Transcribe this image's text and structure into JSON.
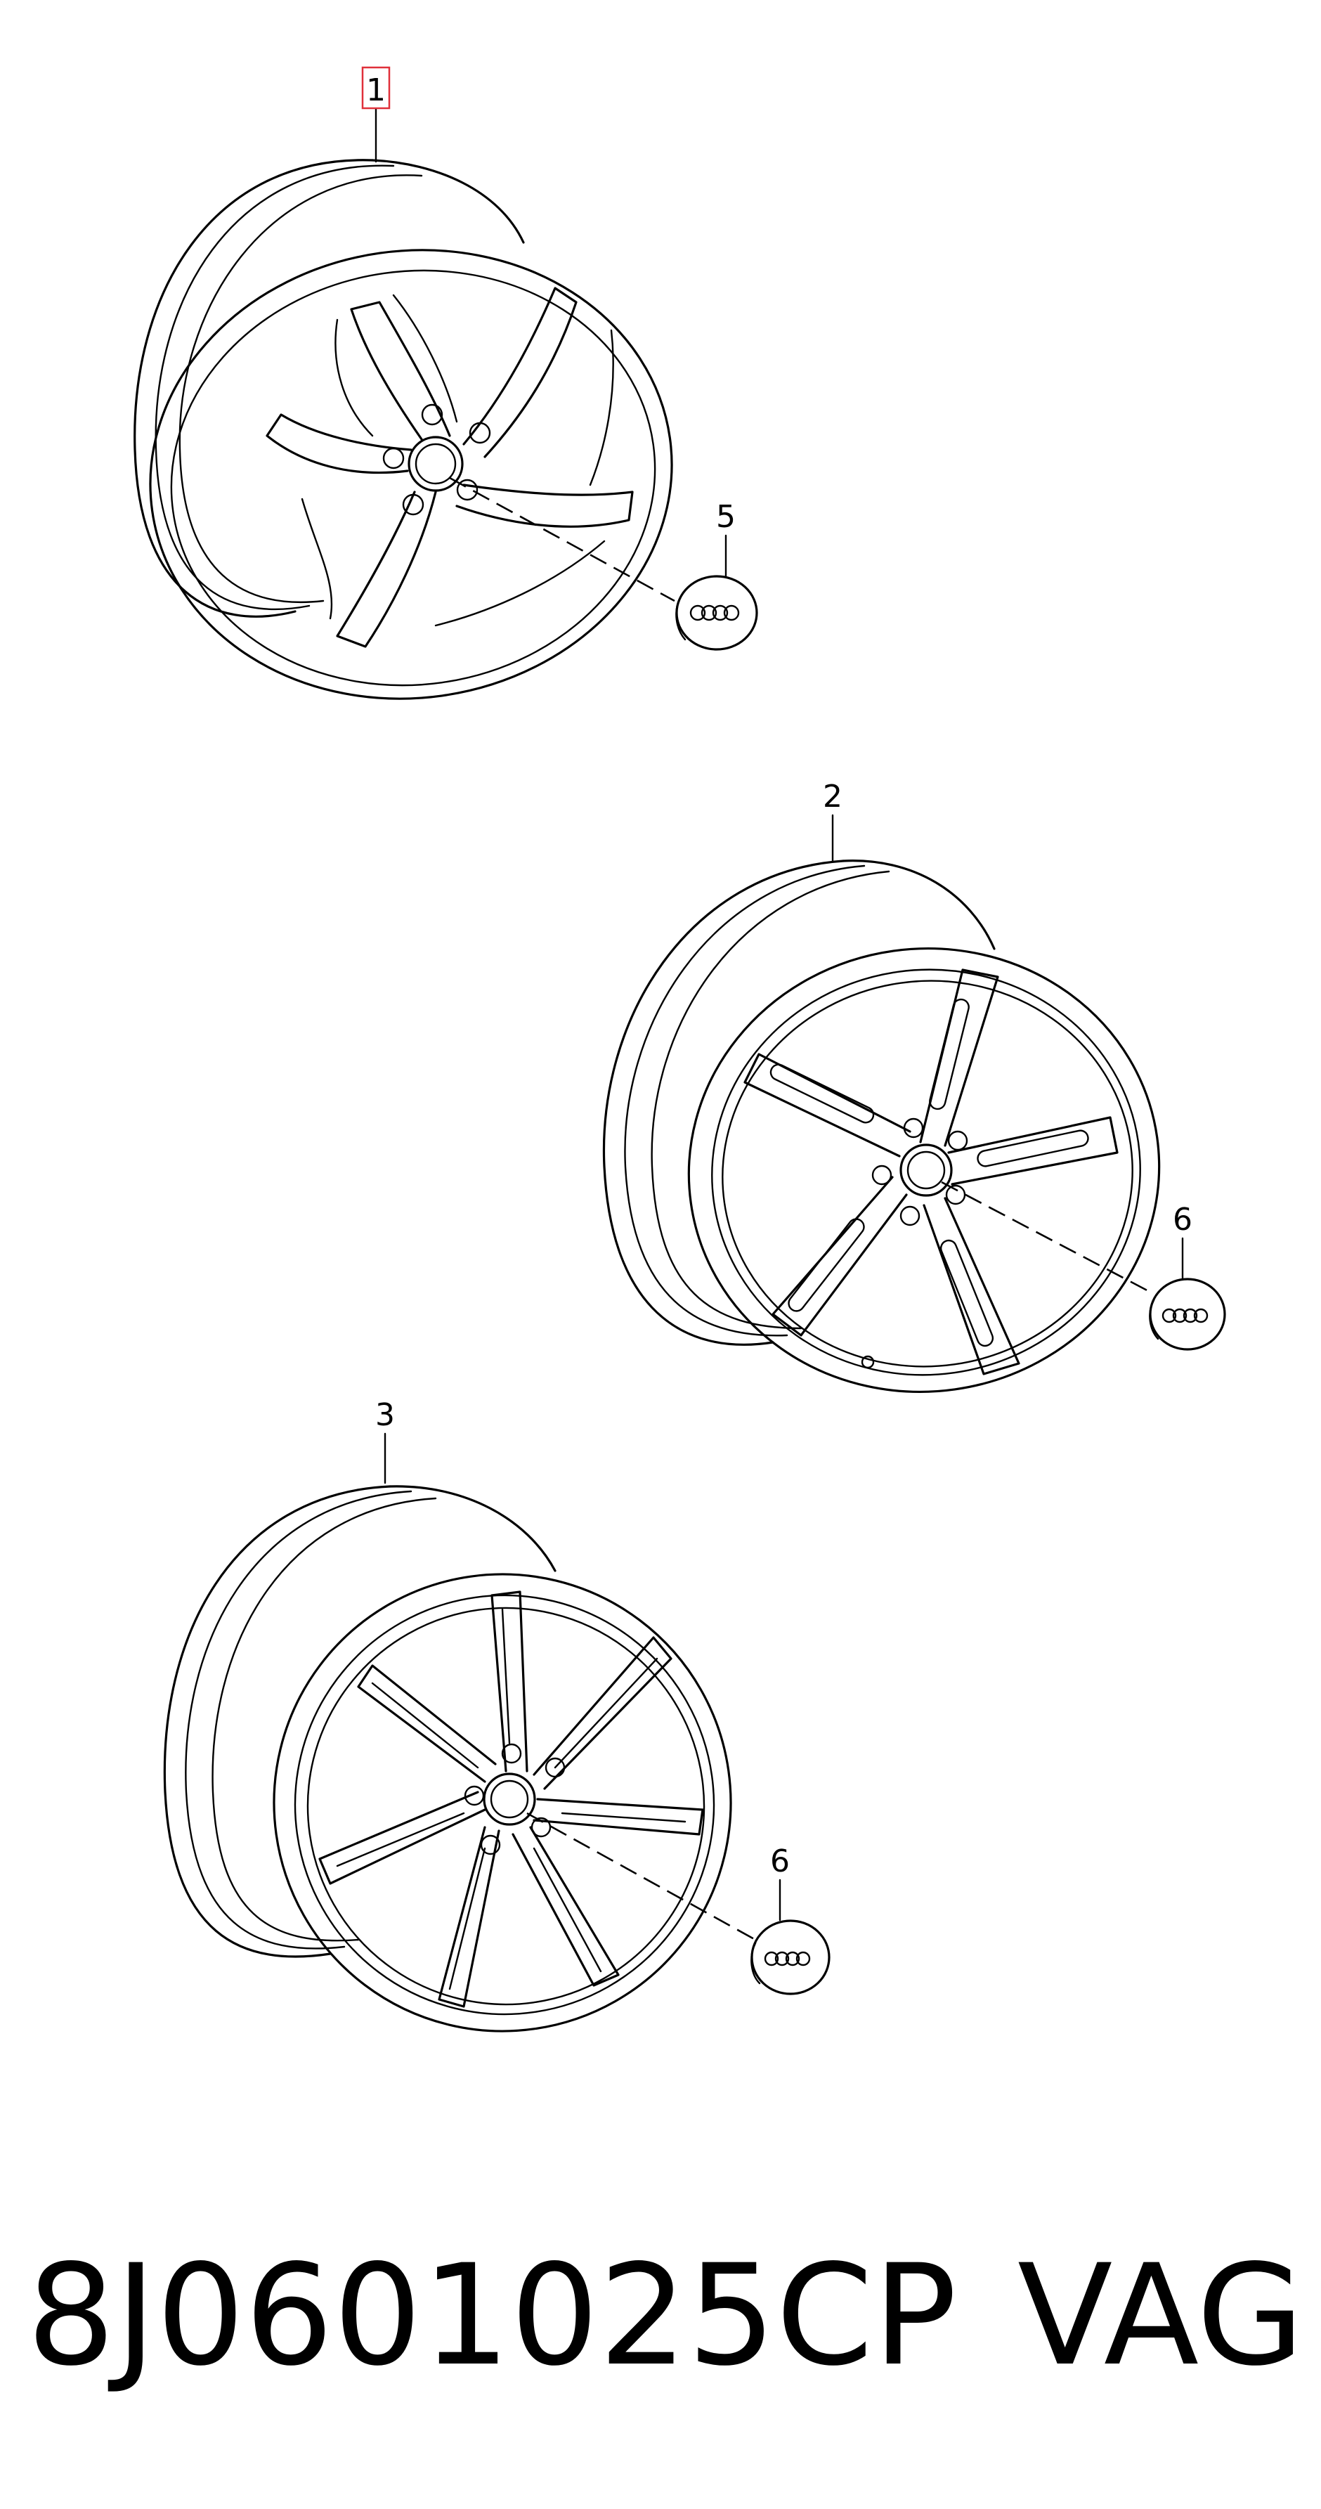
{
  "callouts": {
    "c1": "1",
    "c2": "2",
    "c3": "3",
    "c5": "5",
    "c6a": "6",
    "c6b": "6"
  },
  "footer": {
    "part_number": "8J0601025CP",
    "brand": "VAG"
  },
  "colors": {
    "line": "#000000",
    "highlight_box": "#e0303a",
    "background": "#ffffff"
  },
  "icons": [
    "four-rings-emblem-icon"
  ]
}
